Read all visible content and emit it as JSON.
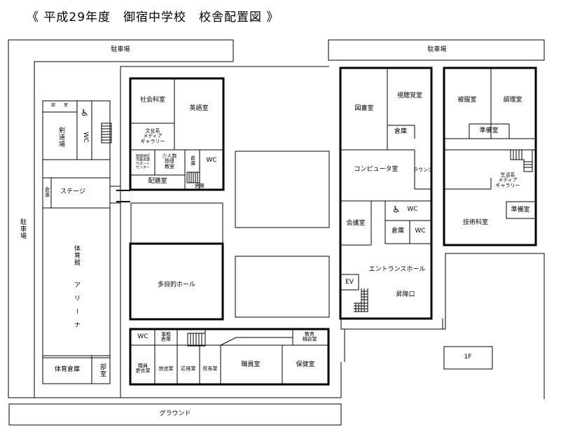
{
  "title": "《 平成29年度　御宿中学校　校舎配置図 》",
  "legend": {
    "floor": "1F"
  },
  "outside": {
    "parking_top_left": "駐車場",
    "parking_top_right": "駐車場",
    "parking_left": "駐車場",
    "ground": "グラウンド"
  },
  "gym_building": {
    "club_room": "部　　室",
    "kendo_hall": "剣道場",
    "wc": "WC",
    "storage": "倉庫",
    "stage": "ステージ",
    "gym_arena_1": "体育館",
    "gym_arena_2": "アリーナ",
    "gym_storage": "体育倉庫",
    "club_room_2": "部室"
  },
  "west_wing": {
    "social_studies": "社会科室",
    "english": "英語室",
    "culture_gallery": "文化系\nメディア\nギャラリー",
    "support_center": "御宿地区\n児童支援\nサポート\nセンター",
    "small_group": "少人数\n指導\n教室",
    "storage": "倉庫",
    "wc": "WC",
    "storage_2": "倉庫",
    "serving_room": "配膳室",
    "multipurpose_hall": "多目的ホール"
  },
  "south_wing": {
    "wc": "WC",
    "office_storage": "事務\n倉庫",
    "education_consult": "教育\n相談室",
    "staff_locker": "職員\n更衣室",
    "broadcast": "放送室",
    "reception": "応接室",
    "principal": "校長室",
    "staff_room": "職員室",
    "health_room": "保健室"
  },
  "center_wing": {
    "library": "図書室",
    "av_room": "視聴覚室",
    "storage": "倉庫",
    "computer_room": "コンピュータ室",
    "lounge": "ラウンジ",
    "meeting_room": "会議室",
    "accessible_wc": "WC",
    "storage_2": "倉庫",
    "wc": "WC",
    "entrance_hall": "エントランスホール",
    "ev": "EV",
    "entrance": "昇降口"
  },
  "east_wing": {
    "clothing": "被服室",
    "cooking": "調理室",
    "prep_room": "準備室",
    "life_gallery": "生活系\nメディア\nギャラリー",
    "technology": "技術科室",
    "prep_room_2": "準備室"
  },
  "icons": [
    "wheelchair-icon",
    "stairs-icon"
  ]
}
